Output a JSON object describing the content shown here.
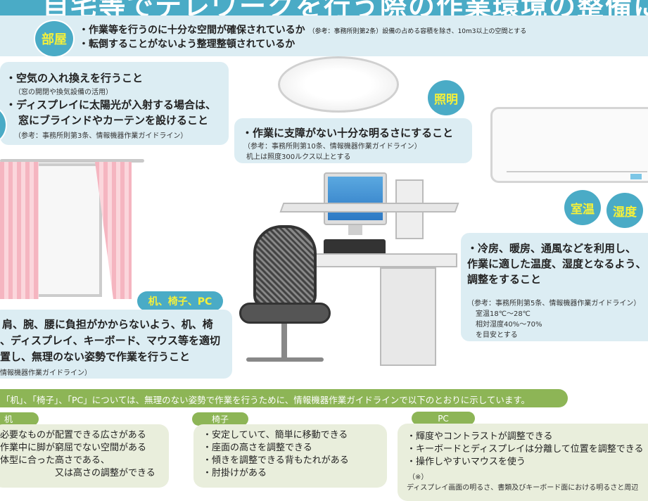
{
  "title": "自宅等でテレワークを行う際の作業環境の整備について",
  "room": {
    "badge": "部屋",
    "item1": "・作業等を行うのに十分な空間が確保されているか",
    "item1_note": "（参考：事務所則第2条）設備の占める容積を除き、10m3以上の空間とする",
    "item2": "・転倒することがないよう整理整頓されているか"
  },
  "ventilation": {
    "item1": "・空気の入れ換えを行うこと",
    "item1_note": "（窓の開閉や換気設備の活用）",
    "item2a": "・ディスプレイに太陽光が入射する場合は、",
    "item2b": "窓にブラインドやカーテンを設けること",
    "note": "（参考：事務所則第3条、情報機器作業ガイドライン）"
  },
  "lighting": {
    "badge": "照明",
    "item": "・作業に支障がない十分な明るさにすること",
    "note1": "（参考：事務所則第10条、情報機器作業ガイドライン）",
    "note2": "机上は照度300ルクス以上とする"
  },
  "temperature": {
    "badge": "室温",
    "badge2": "湿度",
    "line1": "・冷房、暖房、通風などを利用し、",
    "line2": "作業に適した温度、湿度となるよう、",
    "line3": "調整をすること",
    "note1": "（参考：事務所則第5条、情報機器作業ガイドライン）",
    "note2": "室温18℃～28℃",
    "note3": "相対湿度40%～70%",
    "note4": "を目安とする"
  },
  "desk_section": {
    "badge": "机、椅子、PC",
    "line1": "肩、腕、腰に負担がかからないよう、机、椅",
    "line2": "、ディスプレイ、キーボード、マウス等を適切",
    "line3": "置し、無理のない姿勢で作業を行うこと",
    "note": "情報機器作業ガイドライン）"
  },
  "guideline_banner": "「机」、「椅子」、「PC」については、無理のない姿勢で作業を行うために、情報機器作業ガイドラインで以下のとおりに示しています。",
  "desk": {
    "label": "机",
    "items": [
      "必要なものが配置できる広さがある",
      "作業中に脚が窮屈でない空間がある",
      "体型に合った高さである、",
      "　　　　　　又は高さの調整ができる"
    ]
  },
  "chair": {
    "label": "椅子",
    "items": [
      "・安定していて、簡単に移動できる",
      "・座面の高さを調整できる",
      "・傾きを調整できる背もたれがある",
      "・肘掛けがある"
    ]
  },
  "pc": {
    "label": "PC",
    "items": [
      "・輝度やコントラストが調整できる",
      "・キーボードとディスプレイは分離して位置を調整できる",
      "・操作しやすいマウスを使う"
    ],
    "note_mark": "（※）",
    "note": "ディスプレイ画面の明るさ、書類及びキーボード面における明るさと周辺"
  }
}
